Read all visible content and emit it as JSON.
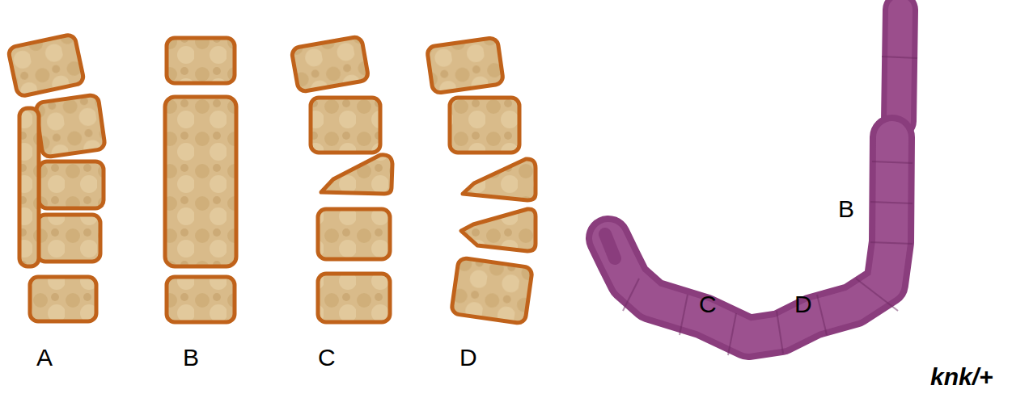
{
  "diagram": {
    "labels": [
      "A",
      "B",
      "C",
      "D",
      "B",
      "C",
      "D",
      "knk/+"
    ]
  }
}
